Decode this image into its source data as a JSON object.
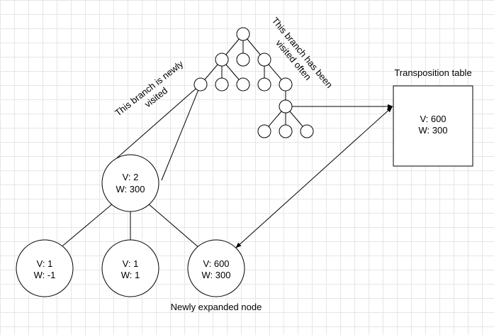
{
  "diagram": {
    "labels": {
      "newly_visited": [
        "This branch is newly",
        "visited"
      ],
      "visited_often": [
        "This branch has been",
        "visited often"
      ],
      "transposition_table": "Transposition table",
      "newly_expanded": "Newly expanded node"
    },
    "table_entry": {
      "v": "V:  600",
      "w": "W: 300"
    },
    "nodes": {
      "parent": {
        "v": "V:  2",
        "w": "W: 300"
      },
      "child_left": {
        "v": "V:  1",
        "w": "W: -1"
      },
      "child_mid": {
        "v": "V:  1",
        "w": "W: 1"
      },
      "child_new": {
        "v": "V:  600",
        "w": "W: 300"
      }
    }
  }
}
